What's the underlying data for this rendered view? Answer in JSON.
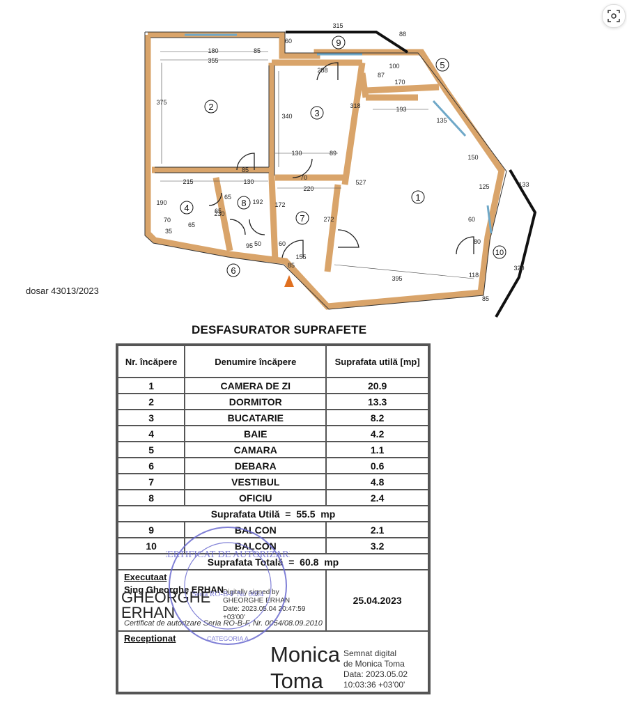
{
  "plan": {
    "rooms": [
      "1",
      "2",
      "3",
      "4",
      "5",
      "6",
      "7",
      "8",
      "9",
      "10"
    ],
    "dims": [
      "315",
      "88",
      "60",
      "180",
      "85",
      "355",
      "288",
      "100",
      "87",
      "170",
      "375",
      "340",
      "318",
      "193",
      "135",
      "150",
      "133",
      "125",
      "130",
      "89",
      "85",
      "70",
      "130",
      "215",
      "220",
      "190",
      "65",
      "192",
      "172",
      "527",
      "272",
      "65",
      "60",
      "320",
      "70",
      "65",
      "35",
      "95",
      "50",
      "85",
      "155",
      "60",
      "80",
      "118",
      "395",
      "85",
      "230"
    ],
    "north_marker_color": "#e07020",
    "wall_color": "#d9a46a",
    "window_color": "#6fa8c8"
  },
  "dosar": "dosar 43013/2023",
  "table": {
    "title": "DESFASURATOR SUPRAFETE",
    "headers": [
      "Nr. încăpere",
      "Denumire încăpere",
      "Suprafata utilă [mp]"
    ],
    "rows": [
      {
        "nr": "1",
        "name": "CAMERA DE ZI",
        "area": "20.9"
      },
      {
        "nr": "2",
        "name": "DORMITOR",
        "area": "13.3"
      },
      {
        "nr": "3",
        "name": "BUCATARIE",
        "area": "8.2"
      },
      {
        "nr": "4",
        "name": "BAIE",
        "area": "4.2"
      },
      {
        "nr": "5",
        "name": "CAMARA",
        "area": "1.1"
      },
      {
        "nr": "6",
        "name": "DEBARA",
        "area": "0.6"
      },
      {
        "nr": "7",
        "name": "VESTIBUL",
        "area": "4.8"
      },
      {
        "nr": "8",
        "name": "OFICIU",
        "area": "2.4"
      }
    ],
    "subtotal": "Suprafata Utilă  =  55.5  mp",
    "balcony_rows": [
      {
        "nr": "9",
        "name": "BALCON",
        "area": "2.1"
      },
      {
        "nr": "10",
        "name": "BALCON",
        "area": "3.2"
      }
    ],
    "total": "Suprafata Totală  =  60.8  mp",
    "executed_label": "Executaat",
    "executed_name": "Sing Gheorghe ERHAN",
    "signature_name_1": "GHEORGHE",
    "signature_name_2": "ERHAN",
    "digital_sign_1": "Digitally signed by GHEORGHE ERHAN Date: 2023.05.04 20:47:59 +03'00'",
    "cert_line": "Certificat de autorizare Seria RO-B-F, Nr. 0054/08.09.2010",
    "date": "25.04.2023",
    "received_label": "Receptionat",
    "signature_2_name_1": "Monica",
    "signature_2_name_2": "Toma",
    "digital_sign_2_line1": "Semnat digital",
    "digital_sign_2_line2": "de Monica Toma",
    "digital_sign_2_line3": "Data: 2023.05.02",
    "digital_sign_2_line4": "10:03:36 +03'00'",
    "stamp_text": "CERTIFICAT DE AUTORIZARE",
    "stamp_serial": "Seria RO-B-F Nr. 0054",
    "stamp_cat": "CATEGORIA A"
  }
}
